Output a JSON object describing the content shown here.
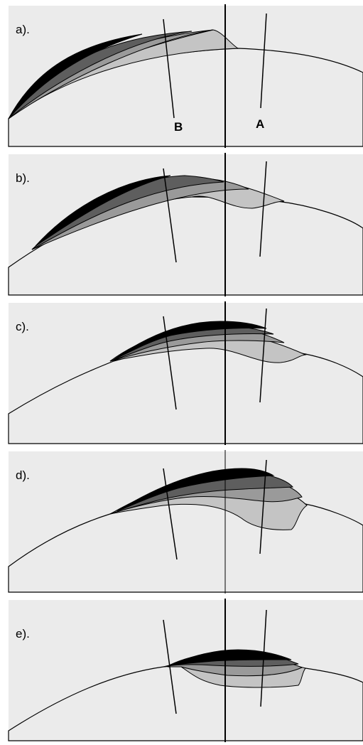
{
  "panels": [
    {
      "label": "a)."
    },
    {
      "label": "b)."
    },
    {
      "label": "c)."
    },
    {
      "label": "d)."
    },
    {
      "label": "e)."
    }
  ],
  "line_labels": {
    "b": "B",
    "a": "A"
  },
  "colors": {
    "background": "#ebebeb",
    "layer_light": "#c4c4c4",
    "layer_mid": "#9a9a9a",
    "layer_dark": "#5e5e5e",
    "layer_top": "#000000"
  }
}
